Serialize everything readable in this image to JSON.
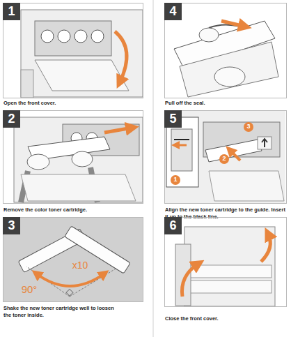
{
  "diagram": {
    "nodes": [
      {
        "text": [
          "Open the front cover."
        ]
      },
      {
        "text": [
          "1"
        ],
        "in": 0
      },
      {
        "text": [
          "Remove the color toner cartridge."
        ]
      },
      {
        "text": [
          "2"
        ],
        "in": 2
      },
      {
        "text": [
          "Shake the new toner cartridge well to loosen the toner inside."
        ]
      },
      {
        "text": [
          "3"
        ],
        "in": 4
      },
      {
        "text": [
          "Pull off the seal."
        ]
      },
      {
        "text": [
          "4"
        ],
        "in": 6
      },
      {
        "text": [
          "Align the new toner cartridge to the guide. Insert it up to the black line."
        ]
      },
      {
        "text": [
          "5"
        ],
        "in": 8
      },
      {
        "text": [
          "Close the front cover."
        ]
      },
      {
        "text": [
          "6"
        ],
        "in": 10
      }
    ],
    "labels": [
      "x10",
      "90°",
      "1",
      "2",
      "3"
    ]
  }
}
